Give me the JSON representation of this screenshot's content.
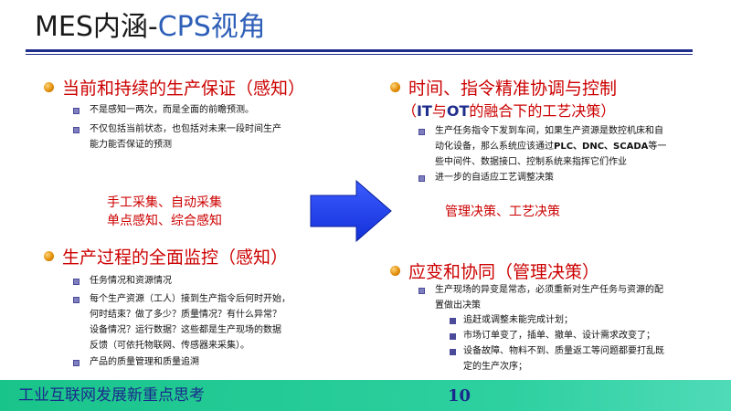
{
  "title": {
    "part1": "MES内涵-",
    "part2": "CPS视角"
  },
  "left": {
    "section1": {
      "heading": "当前和持续的生产保证（感知）",
      "bullets": [
        "不是感知一两次，而是全面的前瞻预测。",
        "不仅包括当前状态，也包括对未来一段时间生产",
        "能力能否保证的预测"
      ]
    },
    "red_block": {
      "line1": "手工采集、自动采集",
      "line2": "单点感知、综合感知"
    },
    "section2": {
      "heading": "生产过程的全面监控（感知）",
      "bullets": [
        "任务情况和资源情况",
        "每个生产资源（工人）接到生产指令后何时开始，",
        "何时结束？做了多少？质量情况？有什么异常？",
        "设备情况？运行数据？这些都是生产现场的数据",
        "反馈（可依托物联网、传感器来采集）。",
        "产品的质量管理和质量追溯"
      ]
    }
  },
  "right": {
    "section1": {
      "heading": "时间、指令精准协调与控制",
      "subtitle": {
        "b1": "IT",
        "m1": "与",
        "b2": "OT",
        "rest": "的融合下的工艺决策）",
        "open": "（"
      },
      "bullet1_lines": [
        "生产任务指令下发到车间，如果生产资源是数控机床和自",
        "动化设备，那么系统应该通过",
        "PLC、DNC、SCADA",
        "等一",
        "些中间件、数据接口、控制系统来指挥它们作业"
      ],
      "bullet2": "进一步的自适应工艺调整决策"
    },
    "red_text": "管理决策、工艺决策",
    "section2": {
      "heading": "应变和协同（管理决策）",
      "bullet_lines": [
        "生产现场的异变是常态，必须重新对生产任务与资源的配",
        "置做出决策"
      ],
      "subs": [
        "追赶或调整未能完成计划；",
        "市场订单变了，插单、撤单、设计需求改变了；",
        "设备故障、物料不到、质量返工等问题都要打乱既",
        "定的生产次序；"
      ]
    }
  },
  "footer": {
    "text": "工业互联网发展新重点思考",
    "page": "10"
  },
  "colors": {
    "accent_red": "#cc0000",
    "title_blue": "#2e5fb8",
    "arrow_blue": "#1f3ff0",
    "footer_green": "#19c48a"
  }
}
